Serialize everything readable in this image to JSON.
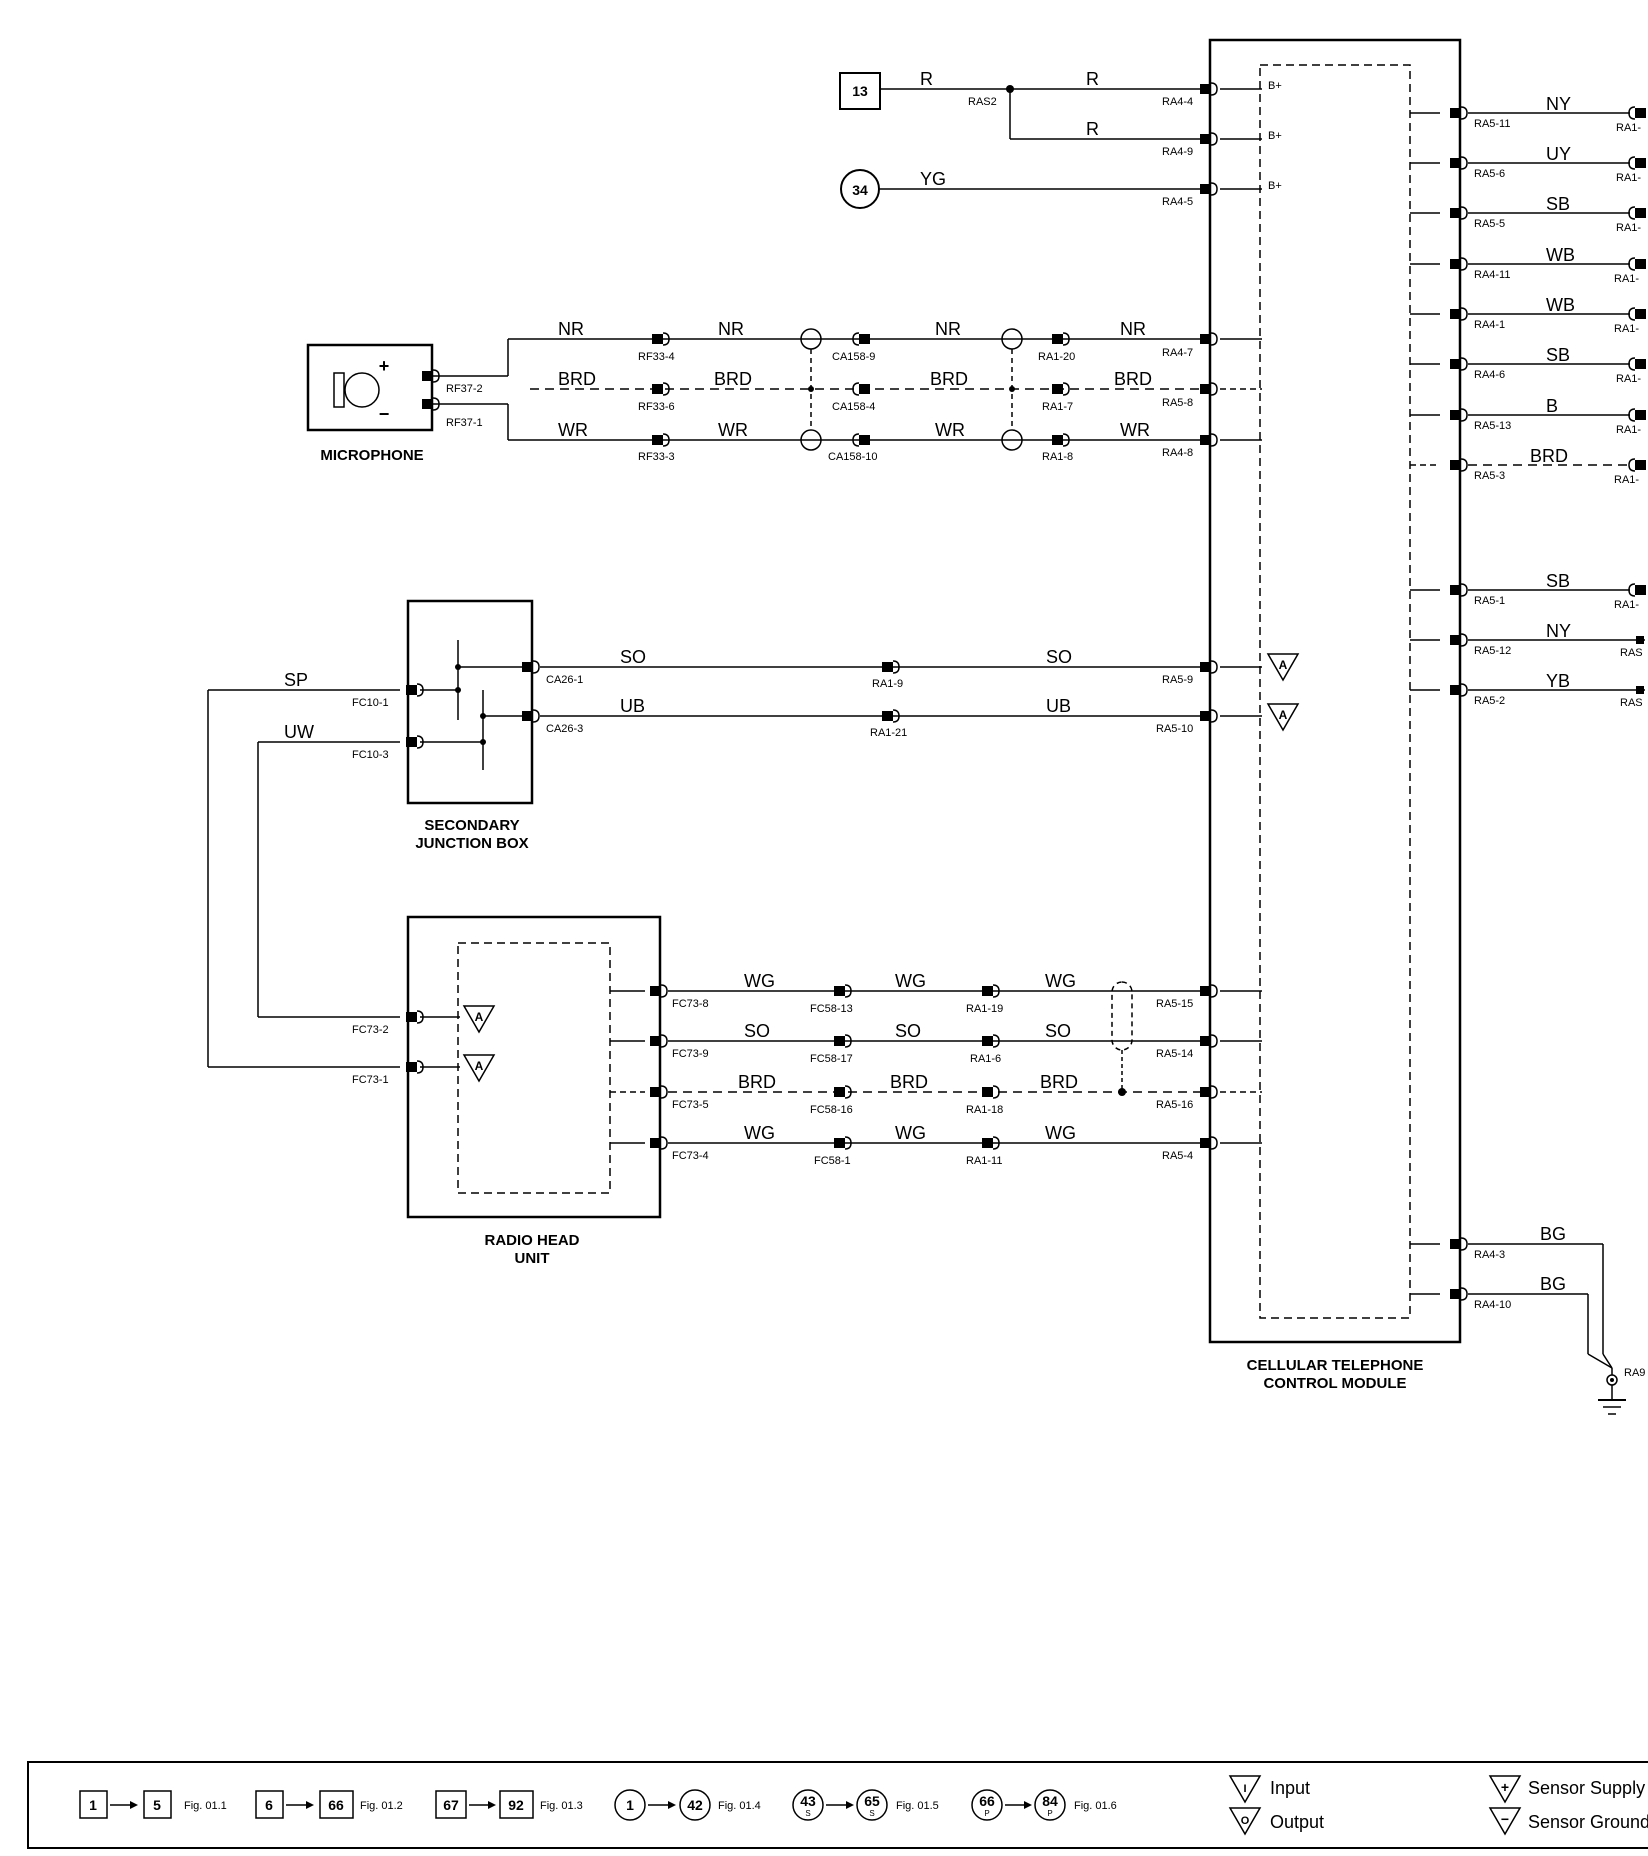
{
  "components": {
    "microphone": "MICROPHONE",
    "secondary_junction_box_line1": "SECONDARY",
    "secondary_junction_box_line2": "JUNCTION BOX",
    "radio_head_unit_line1": "RADIO HEAD",
    "radio_head_unit_line2": "UNIT",
    "cellular_module_line1": "CELLULAR TELEPHONE",
    "cellular_module_line2": "CONTROL MODULE"
  },
  "supply_refs": {
    "fuse_box": "13",
    "circle_ref": "34"
  },
  "splice": "RAS2",
  "bplus": "B+",
  "plus": "+",
  "minus": "−",
  "input_marker": "A",
  "wires": {
    "top_r1": "R",
    "top_r2": "R",
    "top_r3": "R",
    "top_yg": "YG",
    "mic_nr": [
      "NR",
      "NR",
      "NR",
      "NR"
    ],
    "mic_brd": [
      "BRD",
      "BRD",
      "BRD",
      "BRD"
    ],
    "mic_wr": [
      "WR",
      "WR",
      "WR",
      "WR"
    ],
    "sjb_so": [
      "SO",
      "SO"
    ],
    "sjb_ub": [
      "UB",
      "UB"
    ],
    "sp": "SP",
    "uw": "UW",
    "rhu_wg1": [
      "WG",
      "WG",
      "WG"
    ],
    "rhu_so": [
      "SO",
      "SO",
      "SO"
    ],
    "rhu_brd": [
      "BRD",
      "BRD",
      "BRD"
    ],
    "rhu_wg2": [
      "WG",
      "WG",
      "WG"
    ],
    "right": [
      "NY",
      "UY",
      "SB",
      "WB",
      "WB",
      "SB",
      "B",
      "BRD",
      "SB",
      "NY",
      "YB",
      "BG",
      "BG"
    ]
  },
  "pins": {
    "ra4_4": "RA4-4",
    "ra4_9": "RA4-9",
    "ra4_5": "RA4-5",
    "ra4_7": "RA4-7",
    "ra5_8": "RA5-8",
    "ra4_8": "RA4-8",
    "rf37_2": "RF37-2",
    "rf37_1": "RF37-1",
    "rf33_4": "RF33-4",
    "rf33_6": "RF33-6",
    "rf33_3": "RF33-3",
    "ca158_9": "CA158-9",
    "ca158_4": "CA158-4",
    "ca158_10": "CA158-10",
    "ra1_20": "RA1-20",
    "ra1_7": "RA1-7",
    "ra1_8": "RA1-8",
    "ca26_1": "CA26-1",
    "ca26_3": "CA26-3",
    "ra1_9": "RA1-9",
    "ra1_21": "RA1-21",
    "ra5_9": "RA5-9",
    "ra5_10": "RA5-10",
    "fc10_1": "FC10-1",
    "fc10_3": "FC10-3",
    "fc73_2": "FC73-2",
    "fc73_1": "FC73-1",
    "fc73_8": "FC73-8",
    "fc73_9": "FC73-9",
    "fc73_5": "FC73-5",
    "fc73_4": "FC73-4",
    "fc58_13": "FC58-13",
    "fc58_17": "FC58-17",
    "fc58_16": "FC58-16",
    "fc58_1": "FC58-1",
    "ra1_19": "RA1-19",
    "ra1_6": "RA1-6",
    "ra1_18": "RA1-18",
    "ra1_11": "RA1-11",
    "ra5_15": "RA5-15",
    "ra5_14": "RA5-14",
    "ra5_16": "RA5-16",
    "ra5_4": "RA5-4",
    "right": [
      "RA5-11",
      "RA5-6",
      "RA5-5",
      "RA4-11",
      "RA4-1",
      "RA4-6",
      "RA5-13",
      "RA5-3",
      "RA5-1",
      "RA5-12",
      "RA5-2",
      "RA4-3",
      "RA4-10"
    ],
    "far_right": [
      "RA1-",
      "RA1-",
      "RA1-",
      "RA1-",
      "RA1-",
      "RA1-",
      "RA1-",
      "RA1-",
      "RA1-",
      "RAS",
      "RAS"
    ],
    "ground": "RA9"
  },
  "legend": {
    "r1_from": "1",
    "r1_to": "5",
    "r1_fig": "Fig. 01.1",
    "r2_from": "6",
    "r2_to": "66",
    "r2_fig": "Fig. 01.2",
    "r3_from": "67",
    "r3_to": "92",
    "r3_fig": "Fig. 01.3",
    "r4_from": "1",
    "r4_to": "42",
    "r4_fig": "Fig. 01.4",
    "r5_from": "43",
    "r5_to": "65",
    "r5_sub": "S",
    "r5_fig": "Fig. 01.5",
    "r6_from": "66",
    "r6_to": "84",
    "r6_sub": "P",
    "r6_fig": "Fig. 01.6",
    "input_sym": "I",
    "input": "Input",
    "output_sym": "O",
    "output": "Output",
    "sensor_supply": "Sensor Supply",
    "sensor_ground": "Sensor Ground"
  }
}
